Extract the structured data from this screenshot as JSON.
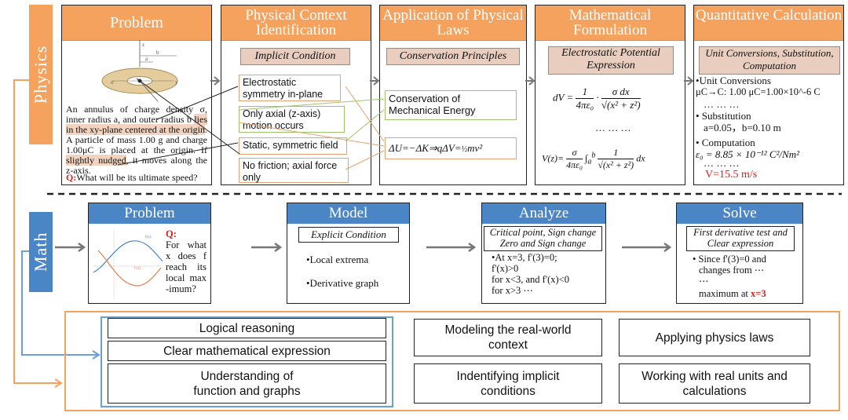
{
  "physics": {
    "side_label": "Physics",
    "problem": {
      "title": "Problem",
      "text_a": "An annulus of charge density σ, inner radius a, and outer radius b ",
      "hl_1": "lies in the xy-plane centered at the origin",
      "text_b": ". A particle of mass 1.00 g and charge 1.00μC is placed at the origin. If ",
      "hl_2": "slightly nudged",
      "text_c": ", it moves along the z-axis.",
      "q_label": "Q:",
      "q_text": "What will be its ultimate speed?"
    },
    "context": {
      "title": "Physical Context Identification",
      "tag": "Implicit Condition",
      "conds": [
        "Electrostatic symmetry in-plane",
        "Only axial (z-axis) motion occurs",
        "Static, symmetric field",
        "No friction; axial force only"
      ]
    },
    "laws": {
      "title": "Application of Physical Laws",
      "tag": "Conservation Principles",
      "cons": "Conservation of Mechanical Energy"
    },
    "formulation": {
      "title": "Mathematical Formulation",
      "tag": "Electrostatic Potential Expression",
      "ellipsis": "… … …"
    },
    "calc": {
      "title": "Quantitative Calculation",
      "tag": "Unit Conversions, Substitution, Computation",
      "b1": "•Unit Conversions",
      "b1a": "μC→C: 1.00 μC=1.00×10^-6 C",
      "b1b": "… … …",
      "b2": "• Substitution",
      "b2a": "a=0.05，b=0.10 m",
      "b3": "• Computation",
      "b3b": "… … …",
      "answer": "V=15.5 m/s"
    }
  },
  "math": {
    "side_label": "Math",
    "problem": {
      "title": "Problem",
      "q_label": "Q:",
      "q_text": "For what x does f reach its local max -imum?"
    },
    "model": {
      "title": "Model",
      "tag": "Explicit Condition",
      "items": [
        "•Local extrema",
        "•Derivative graph"
      ]
    },
    "analyze": {
      "title": "Analyze",
      "tag": "Critical point, Sign change Zero and Sign change",
      "lines": [
        "•At x=3, f'(3)=0;",
        "f'(x)>0",
        "for x<3, and f'(x)<0",
        "for x>3 ⋯"
      ]
    },
    "solve": {
      "title": "Solve",
      "tag": "First derivative test and Clear expression",
      "lines": [
        "• Since f'(3)=0 and",
        "changes from ⋯",
        "⋯"
      ],
      "final_prefix": "maximum at ",
      "final_value": "x=3"
    }
  },
  "skills": {
    "left": [
      "Logical reasoning",
      "Clear mathematical expression",
      "Understanding of function and graphs"
    ],
    "mid": [
      "Modeling the real-world context",
      "Indentifying implicit conditions"
    ],
    "right": [
      "Applying physics laws",
      "Working with real units and calculations"
    ]
  },
  "colors": {
    "orange": "#F5A25E",
    "blue": "#4A86C6",
    "tag": "#E9CDBE",
    "red": "#e0201b"
  }
}
